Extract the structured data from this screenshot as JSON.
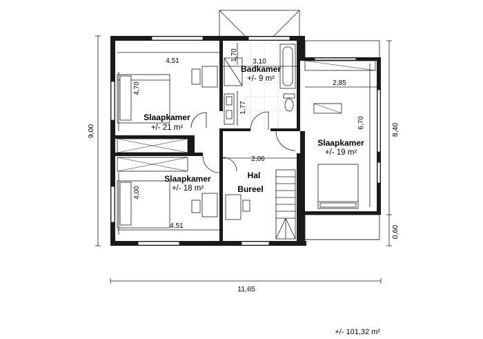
{
  "rooms": [
    {
      "name": "Slaapkamer",
      "area": "+/- 21 m²"
    },
    {
      "name": "Badkamer",
      "area": "+/- 9 m²"
    },
    {
      "name": "Slaapkamer",
      "area": "+/- 19 m²"
    },
    {
      "name": "Slaapkamer",
      "area": "+/- 18 m²"
    },
    {
      "name": "Hal"
    },
    {
      "name": "Bureel"
    }
  ],
  "dimensions": {
    "bed1_width": "4,51",
    "bed1_depth": "4,70",
    "bath_width": "3,10",
    "bath_depth1": "1,70",
    "bath_depth2": "1,77",
    "bed2_width": "2,85",
    "bed2_depth": "6,70",
    "hall_width": "2,06",
    "bed3_depth": "4,00",
    "bed3_width": "4,51",
    "overall_width": "11,65",
    "overall_depth_left": "9,00",
    "overall_depth_right": "8,40",
    "terrace_depth": "0,60"
  },
  "total_area": "+/- 101,32 m²"
}
